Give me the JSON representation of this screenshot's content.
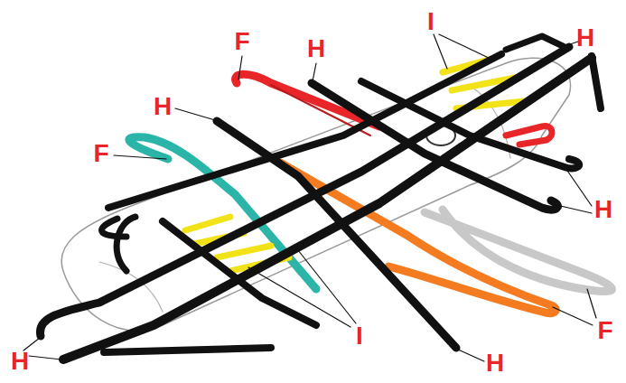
{
  "diagram": {
    "labels": [
      "I",
      "F",
      "H",
      "H",
      "H",
      "F",
      "H",
      "I",
      "F",
      "H",
      "H"
    ]
  }
}
